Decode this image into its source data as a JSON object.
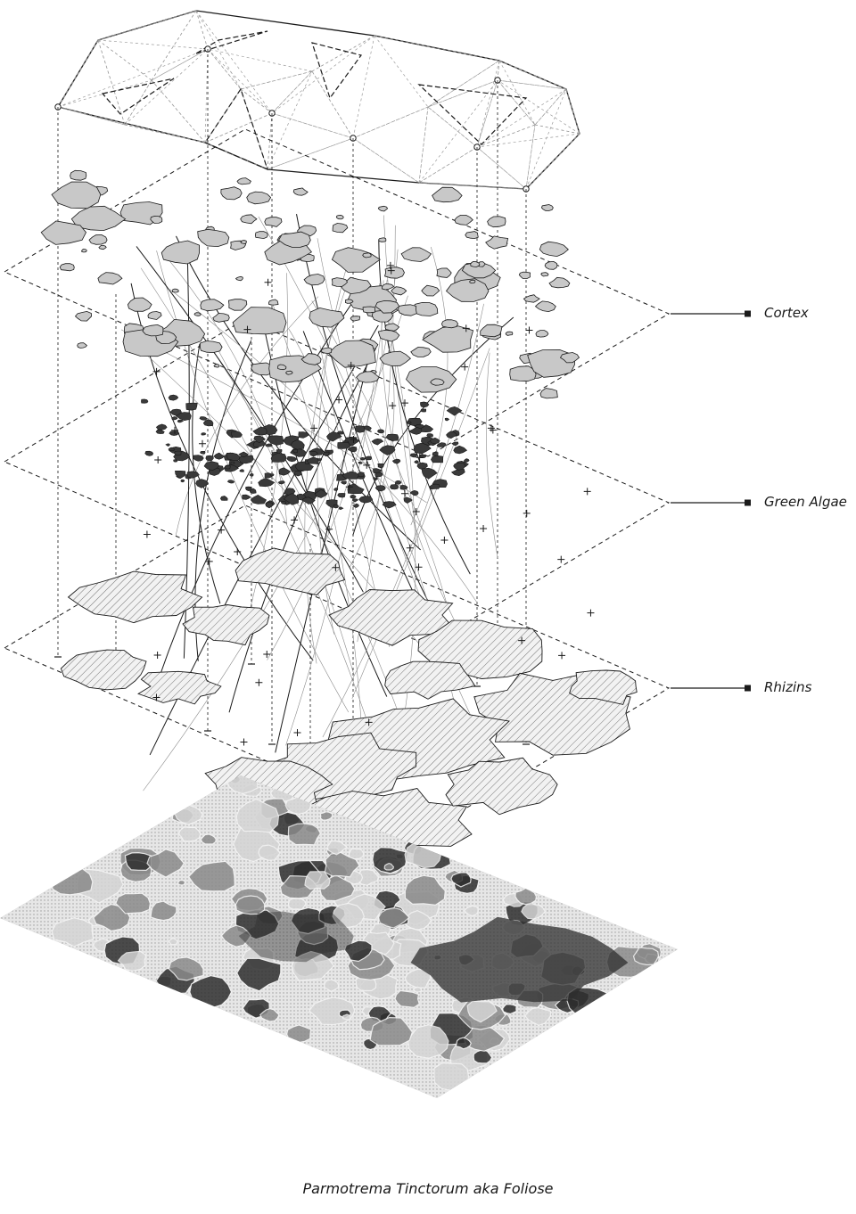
{
  "layers": [
    {
      "id": "cortex",
      "label": "Cortex"
    },
    {
      "id": "green-algae",
      "label": "Green Algae"
    },
    {
      "id": "rhizins",
      "label": "Rhizins"
    }
  ],
  "caption": "Parmotrema Tinctorum aka Foliose",
  "colors": {
    "line": "#1a1a1a",
    "cortex_fill": "#c8c8c8",
    "algae_fill": "#3a3a3a",
    "rhizin_fill": "#e9e9e9",
    "photo_dark": "#2e2e2e",
    "photo_mid": "#8a8a8a",
    "photo_light": "#d4d4d4"
  }
}
